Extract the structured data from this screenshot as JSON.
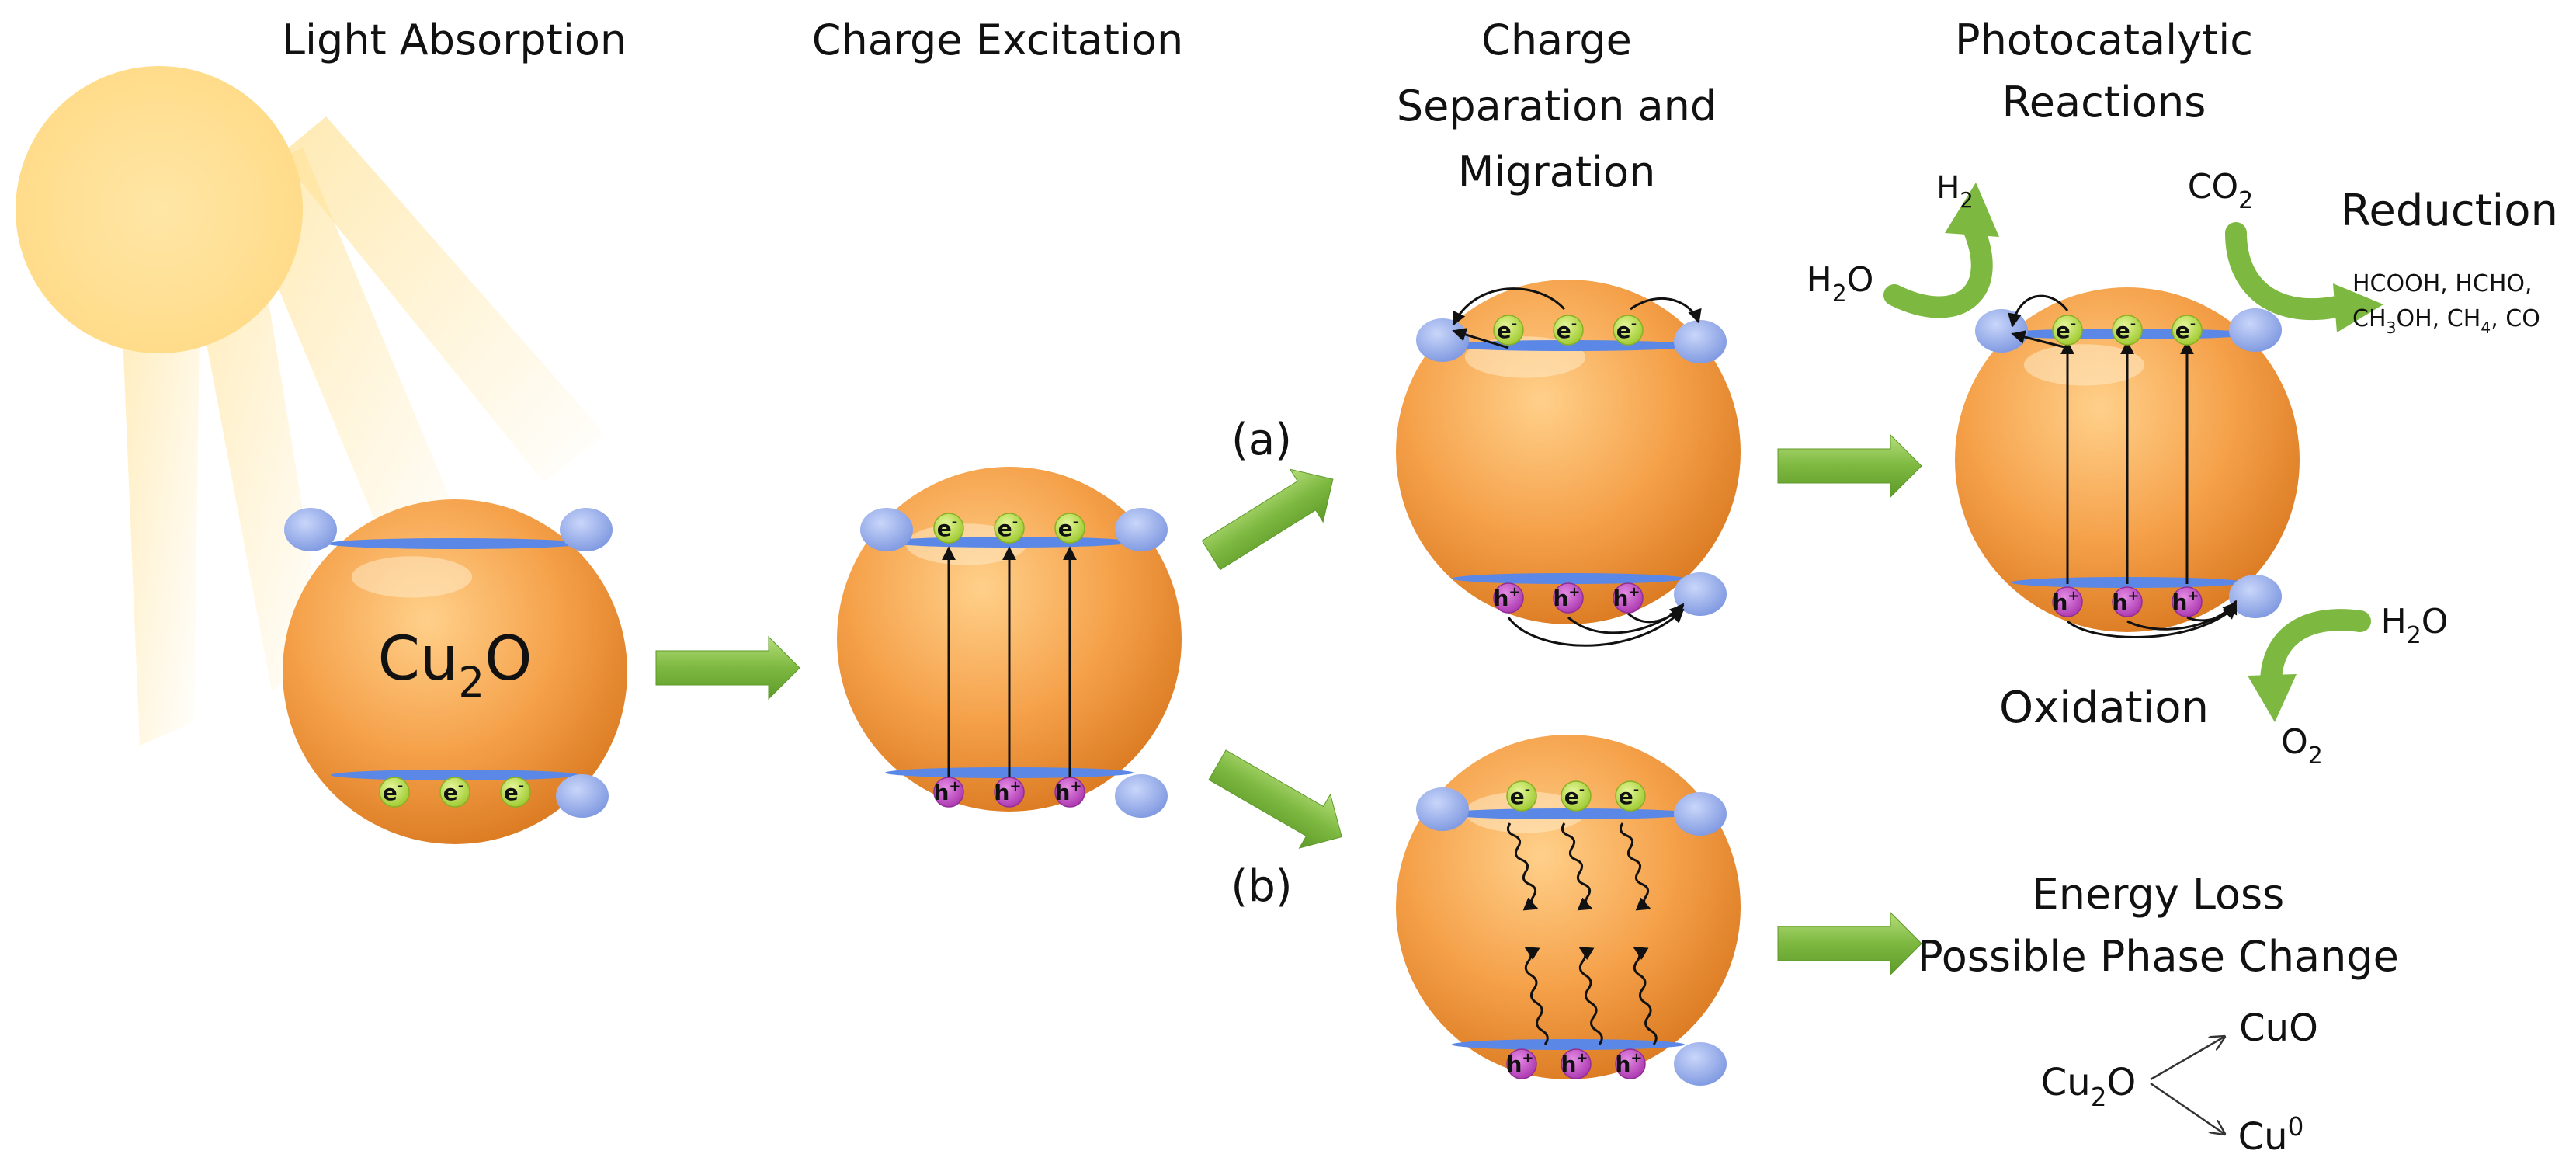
{
  "colors": {
    "sphere_light": "#FFD08A",
    "sphere_mid": "#F5A14A",
    "sphere_dark": "#D9781F",
    "band": "#5B87E6",
    "cocatalyst": "#8FA8EC",
    "electron": "#C7E85A",
    "hole": "#C64FC8",
    "arrow_green": "#78B43C",
    "sun": "#FFE39A"
  },
  "stages": {
    "light_absorption": "Light Absorption",
    "charge_excitation": "Charge Excitation",
    "charge_separation": [
      "Charge",
      "Separation and",
      "Migration"
    ],
    "photocatalytic": [
      "Photocatalytic",
      "Reactions"
    ]
  },
  "catalyst": {
    "main": "Cu",
    "sub": "2",
    "tail": "O"
  },
  "carriers": {
    "electron": "e",
    "electron_sup": "-",
    "hole": "h",
    "hole_sup": "+"
  },
  "pathways": {
    "a": "(a)",
    "b": "(b)"
  },
  "reactions": {
    "reduction": "Reduction",
    "oxidation": "Oxidation",
    "h2": {
      "main": "H",
      "sub": "2"
    },
    "h2o_left": {
      "main": "H",
      "sub": "2",
      "tail": "O"
    },
    "co2": {
      "main": "CO",
      "sub": "2"
    },
    "h2o_right": {
      "main": "H",
      "sub": "2",
      "tail": "O"
    },
    "o2": {
      "main": "O",
      "sub": "2"
    },
    "products_line1": "HCOOH, HCHO,",
    "products_line2": {
      "a": "CH",
      "a_sub": "3",
      "b": "OH, CH",
      "b_sub": "4",
      "c": ", CO"
    }
  },
  "energy_loss": {
    "line1": "Energy Loss",
    "line2": "Possible Phase Change"
  },
  "phase_change": {
    "source": {
      "main": "Cu",
      "sub": "2",
      "tail": "O"
    },
    "product1": "CuO",
    "product2": {
      "main": "Cu",
      "sup": "0"
    }
  }
}
